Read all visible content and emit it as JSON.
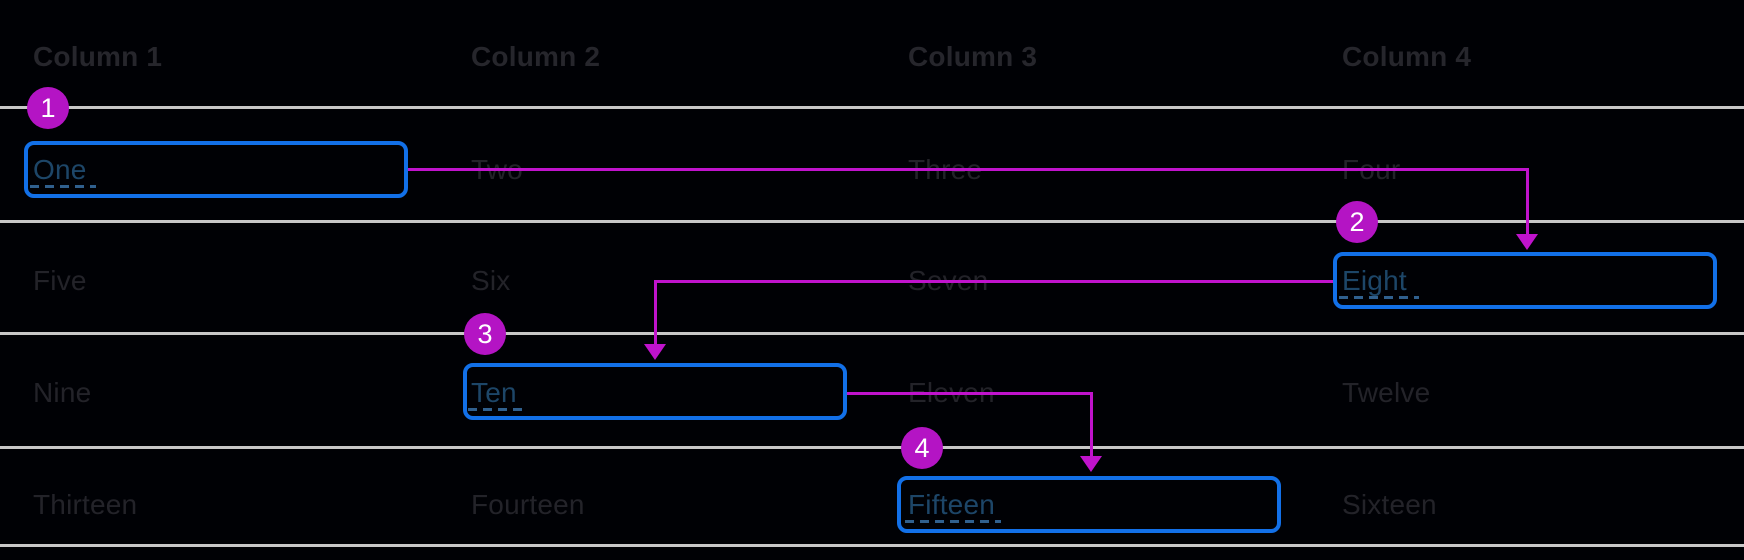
{
  "diagram": {
    "title_hint": "table-keyboard-focus-order-diagram",
    "columns": [
      "Column 1",
      "Column 2",
      "Column 3",
      "Column 4"
    ],
    "rows": [
      [
        "One",
        "Two",
        "Three",
        "Four"
      ],
      [
        "Five",
        "Six",
        "Seven",
        "Eight"
      ],
      [
        "Nine",
        "Ten",
        "Eleven",
        "Twelve"
      ],
      [
        "Thirteen",
        "Fourteen",
        "Fifteen",
        "Sixteen"
      ]
    ],
    "steps": [
      {
        "label": "1",
        "target_cell": "One"
      },
      {
        "label": "2",
        "target_cell": "Eight"
      },
      {
        "label": "3",
        "target_cell": "Ten"
      },
      {
        "label": "4",
        "target_cell": "Fifteen"
      }
    ],
    "colors": {
      "background": "#000105",
      "focus_ring_blue": "#1270e8",
      "focused_text_blue": "#1d4668",
      "connector_magenta": "#c013cc",
      "badge_magenta": "#b414c4",
      "separator_gray": "#c8c8c8",
      "header_text": "#26262c",
      "cell_text": "#232329"
    }
  }
}
